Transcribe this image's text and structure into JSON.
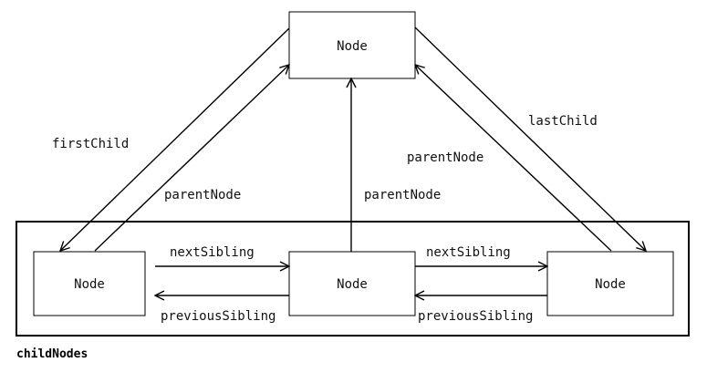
{
  "nodes": {
    "parent": "Node",
    "child_first": "Node",
    "child_middle": "Node",
    "child_last": "Node"
  },
  "edges": {
    "first_child": "firstChild",
    "last_child": "lastChild",
    "parent_node_left": "parentNode",
    "parent_node_middle": "parentNode",
    "parent_node_right": "parentNode",
    "next_sibling_1": "nextSibling",
    "next_sibling_2": "nextSibling",
    "previous_sibling_1": "previousSibling",
    "previous_sibling_2": "previousSibling"
  },
  "caption": "childNodes"
}
